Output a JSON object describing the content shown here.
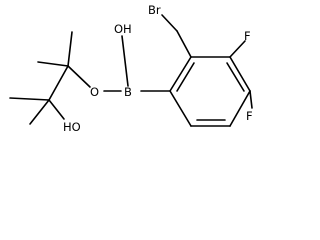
{
  "molecule": {
    "atom_labels": {
      "br": "Br",
      "oh_boron": "OH",
      "b": "B",
      "o": "O",
      "f_upper": "F",
      "f_lower": "F",
      "ho": "HO"
    }
  },
  "colors": {
    "bond": "#000000",
    "label": "#000000",
    "background": "#ffffff"
  }
}
